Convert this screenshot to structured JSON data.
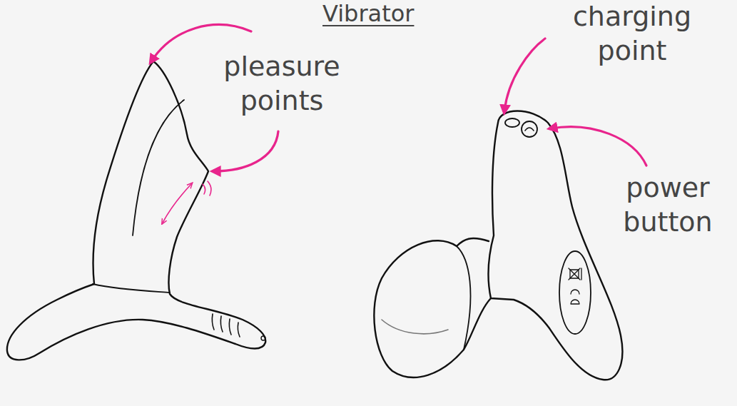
{
  "diagram": {
    "title": "Vibrator",
    "labels": [
      "pleasure points",
      "charging point",
      "power button"
    ]
  }
}
